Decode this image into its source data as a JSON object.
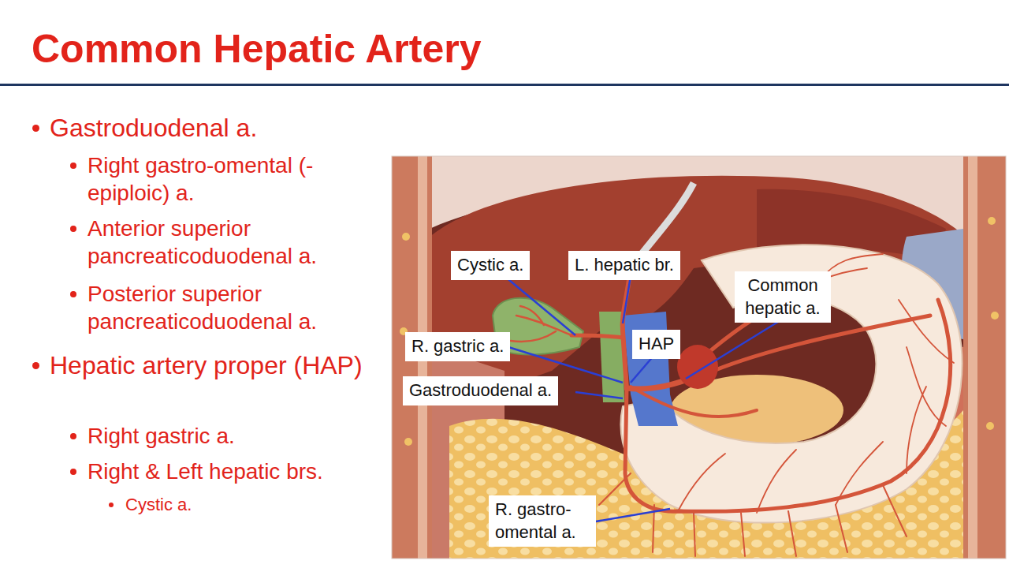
{
  "diagram": {
    "title": "Common Hepatic Artery",
    "nodes": [
      {
        "text": [
          "Cystic a."
        ]
      },
      {
        "text": [
          "L. hepatic br."
        ]
      },
      {
        "text": [
          "Common hepatic a."
        ]
      },
      {
        "text": [
          "R. gastric a."
        ]
      },
      {
        "text": [
          "HAP"
        ]
      },
      {
        "text": [
          "Gastroduodenal a."
        ]
      },
      {
        "text": [
          "R. gastro- omental a."
        ]
      }
    ],
    "labels": [
      "Gastroduodenal a.",
      "Right gastro-omental (-epiploic) a.",
      "Anterior superior pancreaticoduodenal a.",
      "Posterior superior pancreaticoduodenal a.",
      "Hepatic artery proper (HAP)",
      "Right gastric a.",
      "Right & Left hepatic brs.",
      "Cystic a."
    ]
  }
}
